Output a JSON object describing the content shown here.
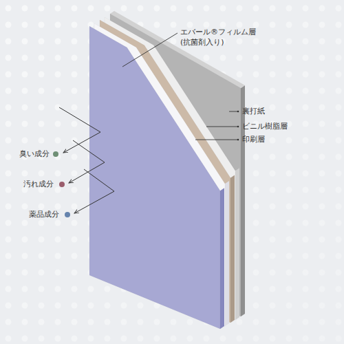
{
  "diagram": {
    "labels": [
      "エバール®フィルム層 (抗菌剤入り)",
      "裏打紙",
      "ビニル樹脂層",
      "印刷層",
      "臭い成分",
      "汚れ成分",
      "薬品成分"
    ]
  }
}
